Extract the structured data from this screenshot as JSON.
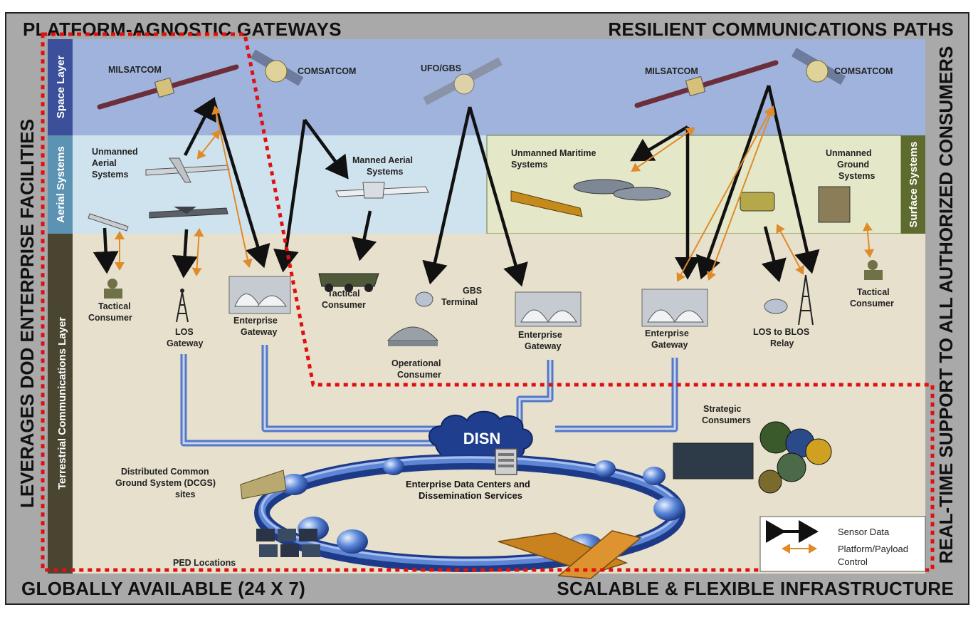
{
  "banners": {
    "top_left": "PLATFORM-AGNOSTIC GATEWAYS",
    "top_right": "RESILIENT COMMUNICATIONS PATHS",
    "bottom_left": "GLOBALLY AVAILABLE (24 X 7)",
    "bottom_right": "SCALABLE & FLEXIBLE INFRASTRUCTURE",
    "left_side": "LEVERAGES DOD ENTERPRISE FACILITIES",
    "right_side": "REAL-TIME SUPPORT TO ALL AUTHORIZED CONSUMERS"
  },
  "layers": {
    "space": "Space Layer",
    "aerial": "Aerial Systems",
    "terrestrial": "Terrestrial Communications Layer",
    "surface": "Surface Systems"
  },
  "satellites": {
    "milsatcom_left": "MILSATCOM",
    "comsatcom_left": "COMSATCOM",
    "ufo_gbs": "UFO/GBS",
    "milsatcom_right": "MILSATCOM",
    "comsatcom_right": "COMSATCOM"
  },
  "aerial": {
    "unmanned_l1": "Unmanned",
    "unmanned_l2": "Aerial",
    "unmanned_l3": "Systems",
    "manned_l1": "Manned Aerial",
    "manned_l2": "Systems"
  },
  "surface": {
    "maritime_l1": "Unmanned Maritime",
    "maritime_l2": "Systems",
    "ground_l1": "Unmanned",
    "ground_l2": "Ground",
    "ground_l3": "Systems"
  },
  "terrestrial": {
    "tactical1_l1": "Tactical",
    "tactical1_l2": "Consumer",
    "los_l1": "LOS",
    "los_l2": "Gateway",
    "eg1_l1": "Enterprise",
    "eg1_l2": "Gateway",
    "tactical2_l1": "Tactical",
    "tactical2_l2": "Consumer",
    "gbs_l1": "GBS",
    "gbs_l2": "Terminal",
    "opcons_l1": "Operational",
    "opcons_l2": "Consumer",
    "eg2_l1": "Enterprise",
    "eg2_l2": "Gateway",
    "eg3_l1": "Enterprise",
    "eg3_l2": "Gateway",
    "relay_l1": "LOS to BLOS",
    "relay_l2": "Relay",
    "tactical3_l1": "Tactical",
    "tactical3_l2": "Consumer"
  },
  "infrastructure": {
    "disn": "DISN",
    "strategic_l1": "Strategic",
    "strategic_l2": "Consumers",
    "dcgs_l1": "Distributed Common",
    "dcgs_l2": "Ground System (DCGS)",
    "dcgs_l3": "sites",
    "edc_l1": "Enterprise Data Centers and",
    "edc_l2": "Dissemination Services",
    "ped": "PED Locations"
  },
  "legend": {
    "sensor": "Sensor Data",
    "platform_l1": "Platform/Payload",
    "platform_l2": "Control"
  },
  "colors": {
    "space_layer": "#9fb3dc",
    "aerial_layer": "#cfe3ee",
    "surface_layer": "#e5e8c8",
    "terrestrial_layer": "#e6e0cc",
    "sensor_arrow": "#111111",
    "control_arrow": "#e08a2a",
    "highlight_dots": "#e01010"
  }
}
